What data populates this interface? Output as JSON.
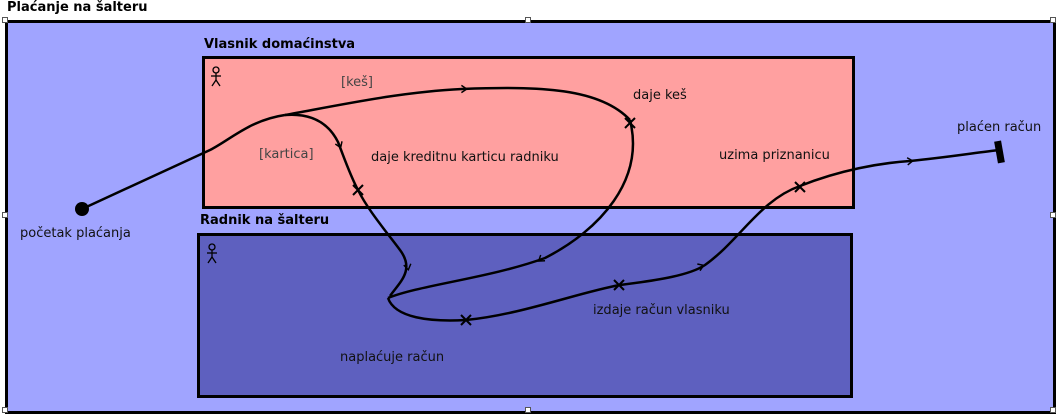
{
  "diagram": {
    "title": "Plaćanje na šalteru"
  },
  "lanes": [
    {
      "id": "owner",
      "title": "Vlasnik domaćinstva"
    },
    {
      "id": "worker",
      "title": "Radnik na šalteru"
    }
  ],
  "nodes": {
    "start": "početak plaćanja",
    "end": "plaćen račun"
  },
  "guards": {
    "cash": "[keš]",
    "card": "[kartica]"
  },
  "actions": {
    "gives_cash": "daje keš",
    "gives_card": "daje kreditnu karticu radniku",
    "takes_receipt": "uzima priznanicu",
    "charges_bill": "naplaćuje račun",
    "issues_bill": "izdaje račun vlasniku"
  },
  "colors": {
    "background": "#a0a4ff",
    "owner_lane": "#ffa0a0",
    "worker_lane": "#5e60bf",
    "stroke": "#000000"
  }
}
